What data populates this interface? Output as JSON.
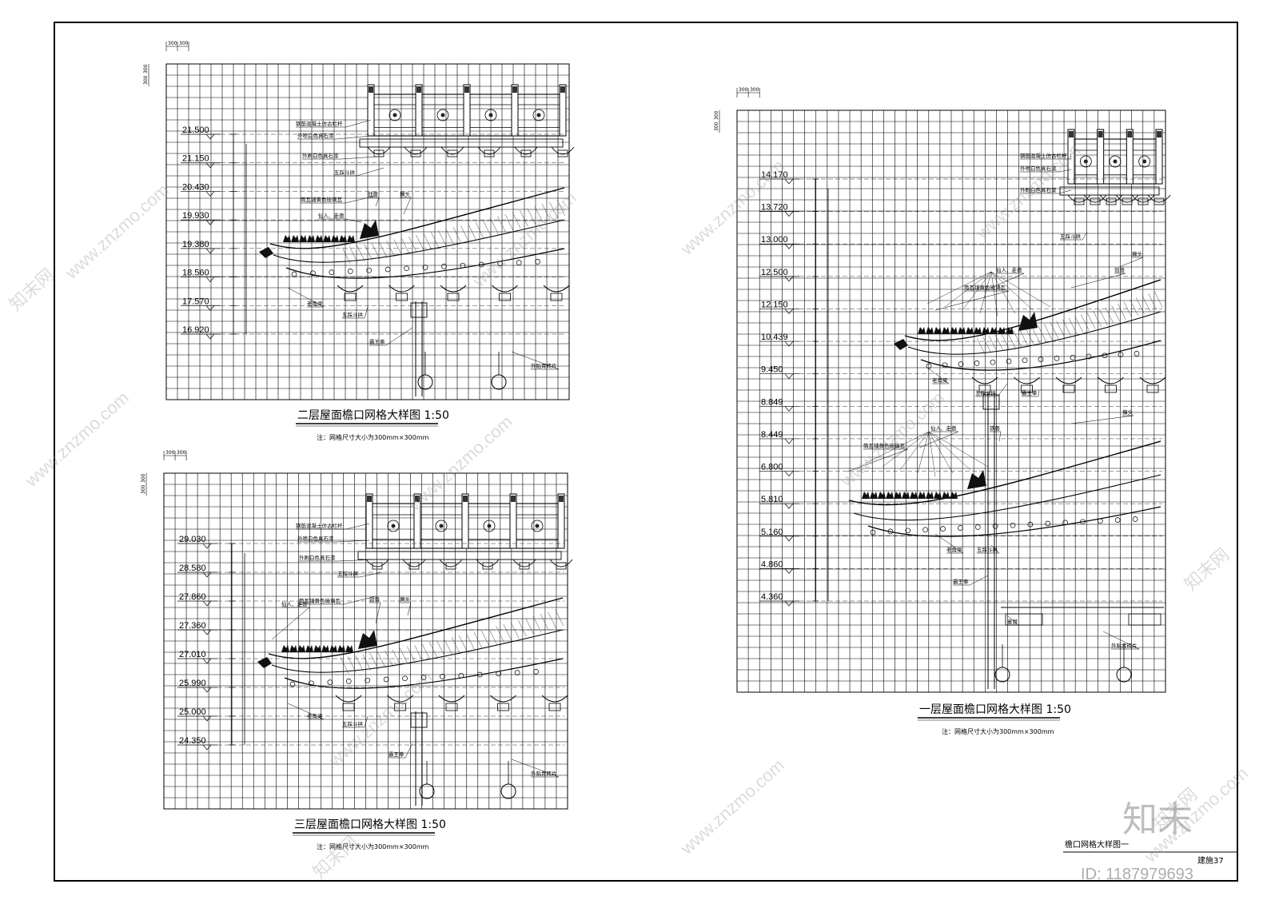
{
  "drawings": [
    {
      "id": "second-floor",
      "title": "二层屋面檐口网格大样图 1:50",
      "note": "注：网格尺寸大小为300mm×300mm",
      "top_dims": [
        "300",
        "300"
      ],
      "side_dims": [
        "300",
        "300"
      ],
      "elevations": [
        "21.500",
        "21.150",
        "20.430",
        "19.930",
        "19.380",
        "18.560",
        "17.570",
        "16.920"
      ],
      "callouts": [
        "钢筋混凝土仿古栏杆",
        "外喷白色真石漆",
        "外刷白色真石漆",
        "五踩斗拱",
        "筒瓦铺黄色琉璃瓦",
        "仙人、走兽",
        "戗兽",
        "撺头",
        "老角梁",
        "五踩斗拱",
        "霸王拳",
        "外贴青砖片"
      ]
    },
    {
      "id": "third-floor",
      "title": "三层屋面檐口网格大样图 1:50",
      "note": "注：网格尺寸大小为300mm×300mm",
      "top_dims": [
        "300",
        "300"
      ],
      "side_dims": [
        "300",
        "300"
      ],
      "elevations": [
        "29.030",
        "28.580",
        "27.860",
        "27.360",
        "27.010",
        "25.990",
        "25.000",
        "24.350"
      ],
      "callouts": [
        "钢筋混凝土仿古栏杆",
        "外喷白色真石漆",
        "外刷白色真石漆",
        "五踩斗拱",
        "筒瓦铺黄色琉璃瓦",
        "仙人、走兽",
        "戗兽",
        "撺头",
        "老角梁",
        "五踩斗拱",
        "霸王拳",
        "外贴青砖片"
      ]
    },
    {
      "id": "first-floor",
      "title": "一层屋面檐口网格大样图 1:50",
      "note": "注：网格尺寸大小为300mm×300mm",
      "top_dims": [
        "300",
        "300"
      ],
      "side_dims": [
        "300",
        "300"
      ],
      "elevations": [
        "14.170",
        "13.720",
        "13.000",
        "12.500",
        "12.150",
        "10.439",
        "9.450",
        "8.849",
        "8.449",
        "6.800",
        "5.810",
        "5.160",
        "4.860",
        "4.360"
      ],
      "callouts": [
        "钢筋混凝土仿古栏杆",
        "外喷白色真石漆",
        "外刷白色真石漆",
        "五踩斗拱",
        "撺头",
        "戗兽",
        "仙人、走兽",
        "筒瓦铺黄色琉璃瓦",
        "老角梁",
        "五踩斗拱",
        "霸王拳",
        "撺头",
        "仙人、走兽",
        "铁兽",
        "筒瓦铺黄色琉璃瓦",
        "老角梁",
        "五踩斗拱",
        "霸王拳",
        "雀替",
        "外贴青砖片"
      ]
    }
  ],
  "sheet": {
    "name": "檐口网格大样图一",
    "number": "建施37"
  },
  "watermarks": {
    "site": "www.znzmo.com",
    "brand": "知末网",
    "logo": "知末",
    "id": "ID: 1187979693"
  }
}
